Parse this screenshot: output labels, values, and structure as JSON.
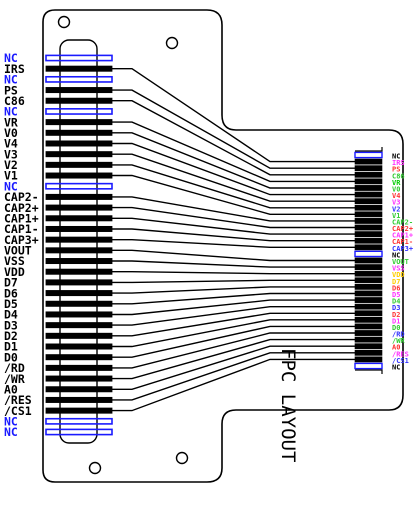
{
  "title": "FPC LAYOUT",
  "colors": {
    "outline": "#000000",
    "nc_highlight": "#1a1aff",
    "black_label": "#000000",
    "nc_label": "#1a1aff"
  },
  "left_pins": [
    {
      "label": "NC",
      "nc": true
    },
    {
      "label": "IRS",
      "nc": false
    },
    {
      "label": "NC",
      "nc": true
    },
    {
      "label": "PS",
      "nc": false
    },
    {
      "label": "C86",
      "nc": false
    },
    {
      "label": "NC",
      "nc": true
    },
    {
      "label": "VR",
      "nc": false
    },
    {
      "label": "V0",
      "nc": false
    },
    {
      "label": "V4",
      "nc": false
    },
    {
      "label": "V3",
      "nc": false
    },
    {
      "label": "V2",
      "nc": false
    },
    {
      "label": "V1",
      "nc": false
    },
    {
      "label": "NC",
      "nc": true
    },
    {
      "label": "CAP2-",
      "nc": false
    },
    {
      "label": "CAP2+",
      "nc": false
    },
    {
      "label": "CAP1+",
      "nc": false
    },
    {
      "label": "CAP1-",
      "nc": false
    },
    {
      "label": "CAP3+",
      "nc": false
    },
    {
      "label": "VOUT",
      "nc": false
    },
    {
      "label": "VSS",
      "nc": false
    },
    {
      "label": "VDD",
      "nc": false
    },
    {
      "label": "D7",
      "nc": false
    },
    {
      "label": "D6",
      "nc": false
    },
    {
      "label": "D5",
      "nc": false
    },
    {
      "label": "D4",
      "nc": false
    },
    {
      "label": "D3",
      "nc": false
    },
    {
      "label": "D2",
      "nc": false
    },
    {
      "label": "D1",
      "nc": false
    },
    {
      "label": "D0",
      "nc": false
    },
    {
      "label": "/RD",
      "nc": false
    },
    {
      "label": "/WR",
      "nc": false
    },
    {
      "label": "A0",
      "nc": false
    },
    {
      "label": "/RES",
      "nc": false
    },
    {
      "label": "/CS1",
      "nc": false
    },
    {
      "label": "NC",
      "nc": true
    },
    {
      "label": "NC",
      "nc": true
    }
  ],
  "right_pins": [
    {
      "label": "NC",
      "color": "#000000"
    },
    {
      "label": "IRS",
      "color": "#ff33ff"
    },
    {
      "label": "PS",
      "color": "#ff3333"
    },
    {
      "label": "C86",
      "color": "#33cc33"
    },
    {
      "label": "VR",
      "color": "#00cc00"
    },
    {
      "label": "V0",
      "color": "#33cc33"
    },
    {
      "label": "V4",
      "color": "#ff3333"
    },
    {
      "label": "V3",
      "color": "#ff33ff"
    },
    {
      "label": "V2",
      "color": "#3333ff"
    },
    {
      "label": "V1",
      "color": "#33cc33"
    },
    {
      "label": "CAP2-",
      "color": "#33cc33"
    },
    {
      "label": "CAP2+",
      "color": "#ff3333"
    },
    {
      "label": "CAP1+",
      "color": "#ff33ff"
    },
    {
      "label": "CAP1-",
      "color": "#ff3333"
    },
    {
      "label": "CAP3+",
      "color": "#3333ff"
    },
    {
      "label": "NC",
      "color": "#000000"
    },
    {
      "label": "VOUT",
      "color": "#33cc33"
    },
    {
      "label": "VSS",
      "color": "#ff33ff"
    },
    {
      "label": "VDD",
      "color": "#ffcc00"
    },
    {
      "label": "D7",
      "color": "#ffcc00"
    },
    {
      "label": "D6",
      "color": "#ff3333"
    },
    {
      "label": "D5",
      "color": "#ff33ff"
    },
    {
      "label": "D4",
      "color": "#33cc33"
    },
    {
      "label": "D3",
      "color": "#3333ff"
    },
    {
      "label": "D2",
      "color": "#ff3333"
    },
    {
      "label": "D1",
      "color": "#ff33ff"
    },
    {
      "label": "D0",
      "color": "#33cc33"
    },
    {
      "label": "/RD",
      "color": "#3333ff"
    },
    {
      "label": "/WR",
      "color": "#33cc33"
    },
    {
      "label": "A0",
      "color": "#ff3333"
    },
    {
      "label": "/RES",
      "color": "#ff33ff"
    },
    {
      "label": "/CS1",
      "color": "#3333ff"
    },
    {
      "label": "NC",
      "color": "#000000"
    }
  ]
}
